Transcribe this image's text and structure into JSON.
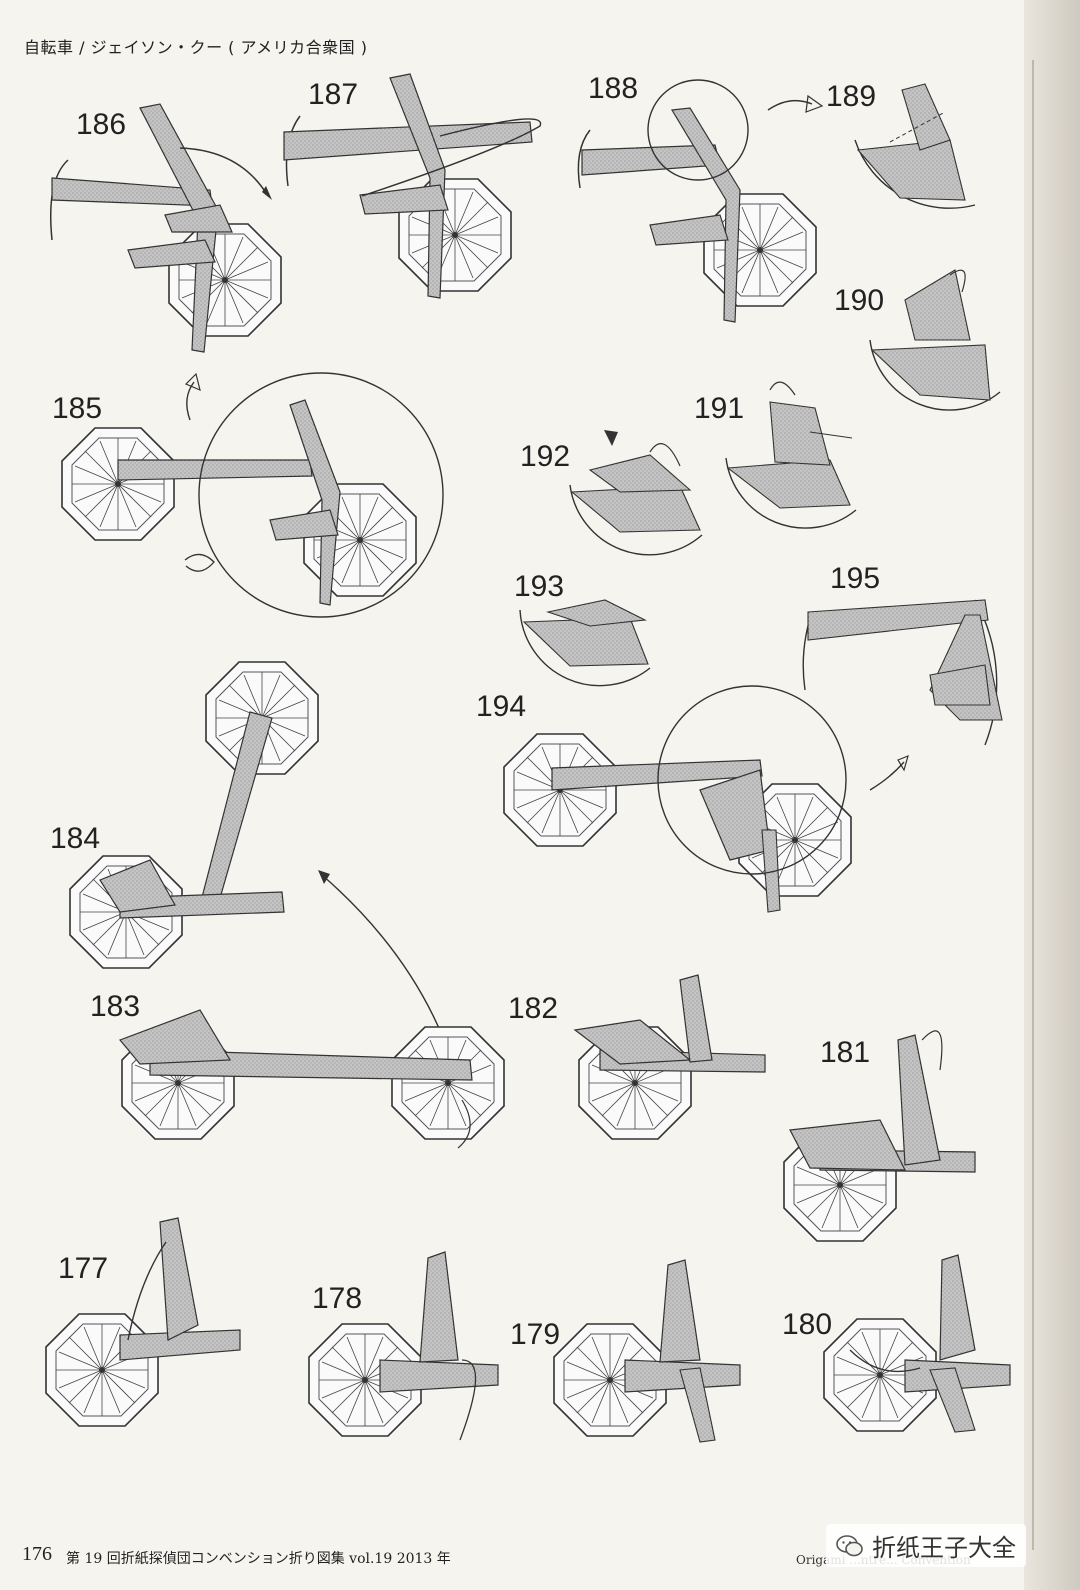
{
  "header": {
    "title": "自転車 / ジェイソン・クー ( アメリカ合衆国 )"
  },
  "steps": [
    "186",
    "187",
    "188",
    "189",
    "190",
    "185",
    "191",
    "192",
    "193",
    "195",
    "194",
    "184",
    "183",
    "182",
    "181",
    "177",
    "178",
    "179",
    "180"
  ],
  "footer": {
    "page_number": "176",
    "title": "第 19 回折紙探偵団コンベンション折り図集 vol.19 2013 年",
    "right_text": "Origami ...ntre... Convention"
  },
  "watermark": {
    "text": "折纸王子大全",
    "icon": "wechat-icon"
  },
  "colors": {
    "paper_fill": "#b9b9b9",
    "line": "#333333",
    "background": "#f6f4ef"
  }
}
